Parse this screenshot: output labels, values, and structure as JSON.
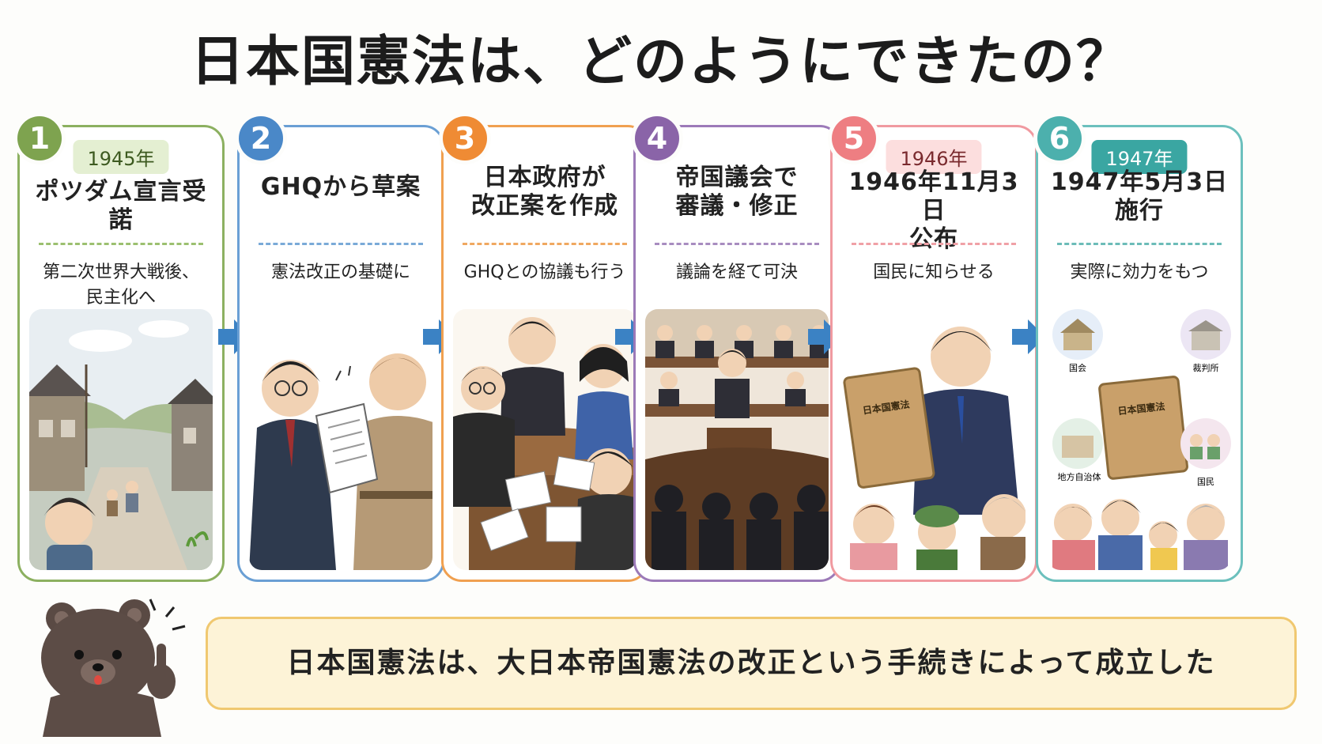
{
  "title": "日本国憲法は、どのようにできたの？",
  "steps": [
    {
      "num": "1",
      "year": "1945年",
      "title": [
        "ポツダム宣言受諾"
      ],
      "desc": [
        "第二次世界大戦後、",
        "民主化へ"
      ],
      "color": "#7ea34f"
    },
    {
      "num": "2",
      "year": "",
      "title": [
        "GHQから草案"
      ],
      "desc": [
        "憲法改正の基礎に"
      ],
      "color": "#4a88c8"
    },
    {
      "num": "3",
      "year": "",
      "title": [
        "日本政府が",
        "改正案を作成"
      ],
      "desc": [
        "GHQとの協議も行う"
      ],
      "color": "#ef8b34"
    },
    {
      "num": "4",
      "year": "",
      "title": [
        "帝国議会で",
        "審議・修正"
      ],
      "desc": [
        "議論を経て可決"
      ],
      "color": "#8a64a8"
    },
    {
      "num": "5",
      "year": "1946年",
      "title": [
        "1946年11月3日",
        "公布"
      ],
      "desc": [
        "国民に知らせる"
      ],
      "color": "#ee7e82"
    },
    {
      "num": "6",
      "year": "1947年",
      "title": [
        "1947年5月3日",
        "施行"
      ],
      "desc": [
        "実際に効力をもつ"
      ],
      "color": "#4cb0ad"
    }
  ],
  "illustration_labels": {
    "book5": "日本国憲法",
    "book6": "日本国憲法",
    "diet": "国会",
    "court": "裁判所",
    "local": "地方自治体",
    "people": "国民"
  },
  "summary": "日本国憲法は、大日本帝国憲法の改正という手続きによって成立した"
}
